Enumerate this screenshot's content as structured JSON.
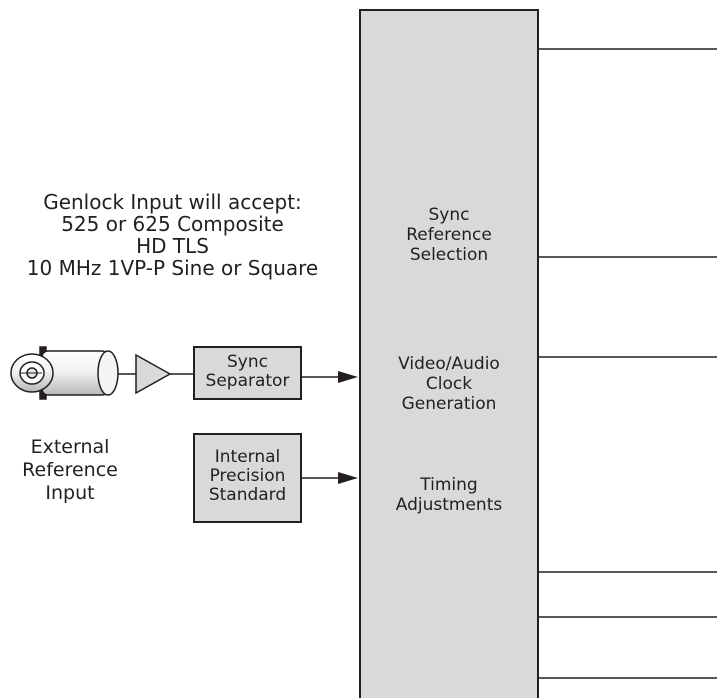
{
  "genlock_note": {
    "lines": [
      "Genlock Input will accept:",
      "525 or 625 Composite",
      "HD TLS",
      "10 MHz 1VP-P Sine or Square"
    ]
  },
  "external_reference": {
    "lines": [
      "External",
      "Reference",
      "Input"
    ]
  },
  "sync_separator": {
    "lines": [
      "Sync",
      "Separator"
    ]
  },
  "internal_standard": {
    "lines": [
      "Internal",
      "Precision",
      "Standard"
    ]
  },
  "main_block": {
    "sync_reference_selection": [
      "Sync",
      "Reference",
      "Selection"
    ],
    "clock_generation": [
      "Video/Audio",
      "Clock",
      "Generation"
    ],
    "timing_adjustments": [
      "Timing",
      "Adjustments"
    ]
  },
  "colors": {
    "block_fill": "#d9d9d9",
    "stroke": "#231f20",
    "background": "#ffffff"
  }
}
